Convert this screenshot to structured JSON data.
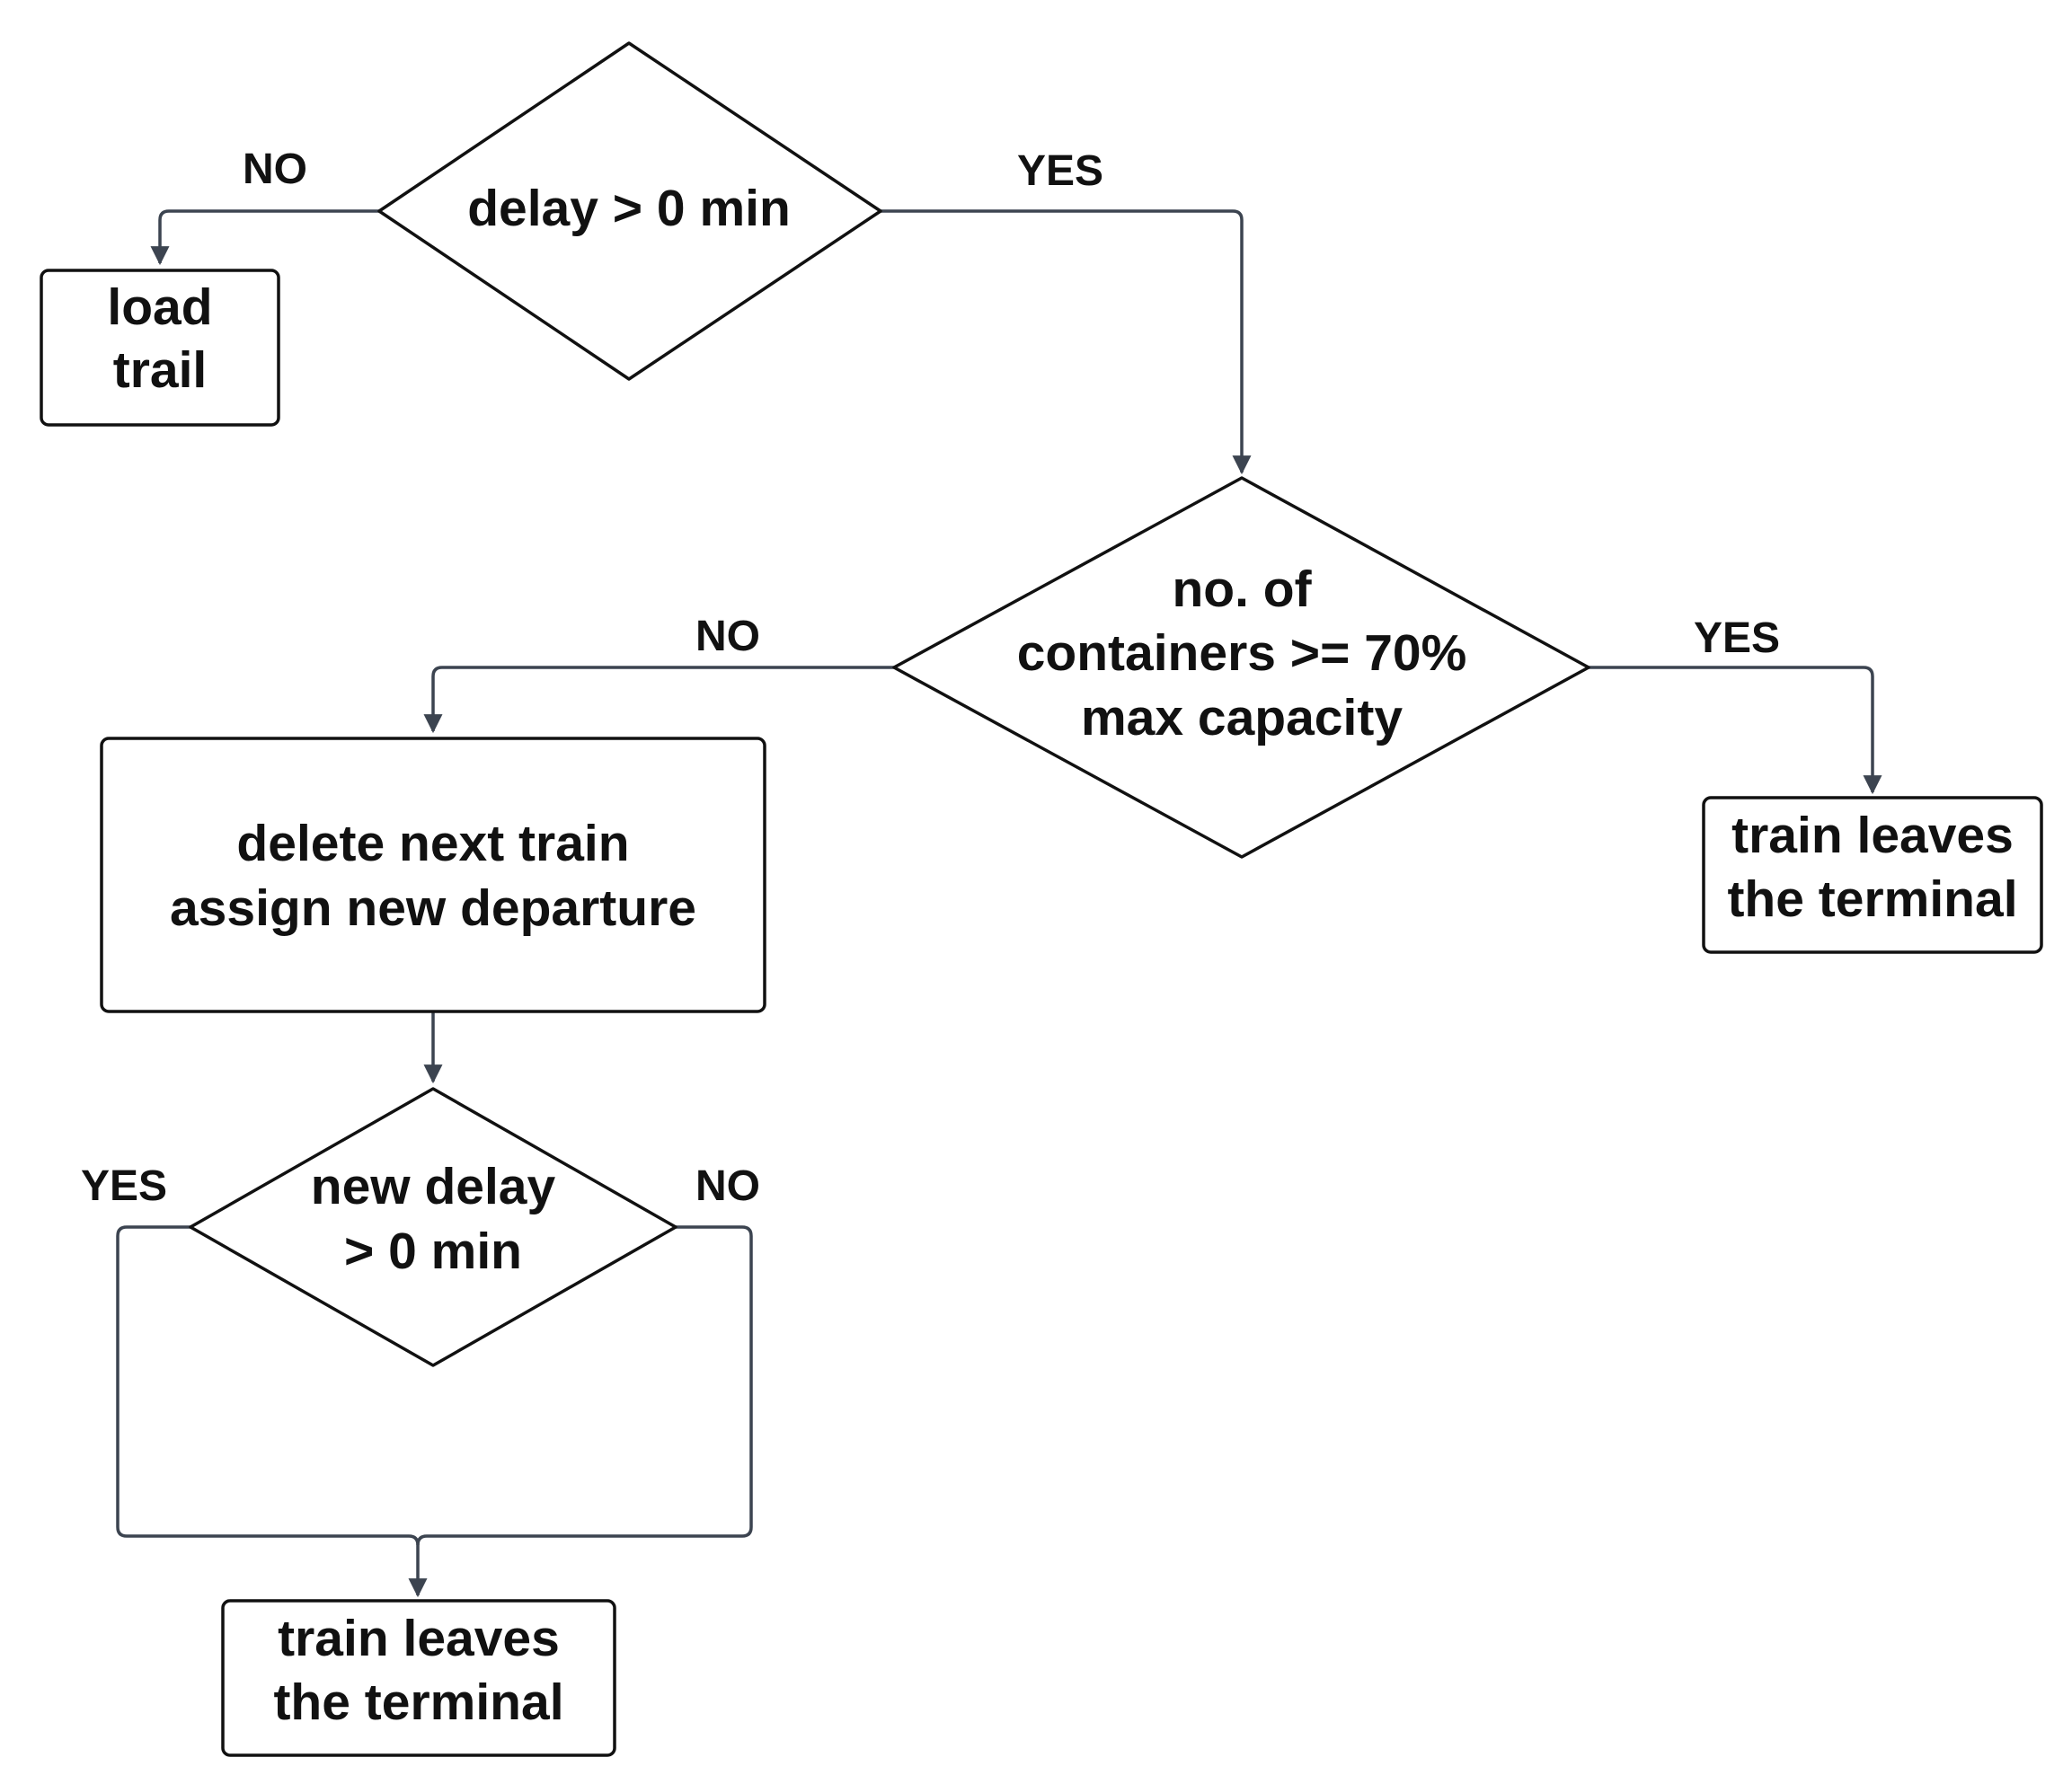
{
  "nodes": {
    "decision_delay": {
      "type": "decision",
      "lines": [
        "delay > 0 min"
      ]
    },
    "load_trail": {
      "type": "process",
      "lines": [
        "load",
        "trail"
      ]
    },
    "decision_capacity": {
      "type": "decision",
      "lines": [
        "no. of",
        "containers >= 70%",
        "max capacity"
      ]
    },
    "delete_assign": {
      "type": "process",
      "lines": [
        "delete next train",
        "assign new departure"
      ]
    },
    "train_leaves_right": {
      "type": "terminal",
      "lines": [
        "train leaves",
        "the terminal"
      ]
    },
    "decision_new_delay": {
      "type": "decision",
      "lines": [
        "new delay",
        "> 0 min"
      ]
    },
    "train_leaves_bottom": {
      "type": "terminal",
      "lines": [
        "train leaves",
        "the terminal"
      ]
    }
  },
  "edges": {
    "delay_no": {
      "from": "decision_delay",
      "to": "load_trail",
      "label": "NO"
    },
    "delay_yes": {
      "from": "decision_delay",
      "to": "decision_capacity",
      "label": "YES"
    },
    "capacity_no": {
      "from": "decision_capacity",
      "to": "delete_assign",
      "label": "NO"
    },
    "capacity_yes": {
      "from": "decision_capacity",
      "to": "train_leaves_right",
      "label": "YES"
    },
    "delete_to_new_delay": {
      "from": "delete_assign",
      "to": "decision_new_delay",
      "label": ""
    },
    "new_delay_yes": {
      "from": "decision_new_delay",
      "to": "train_leaves_bottom",
      "label": "YES"
    },
    "new_delay_no": {
      "from": "decision_new_delay",
      "to": "train_leaves_bottom",
      "label": "NO"
    }
  },
  "colors": {
    "stroke": "#111111",
    "connector": "#3c4450",
    "text": "#111111",
    "background": "#ffffff"
  }
}
